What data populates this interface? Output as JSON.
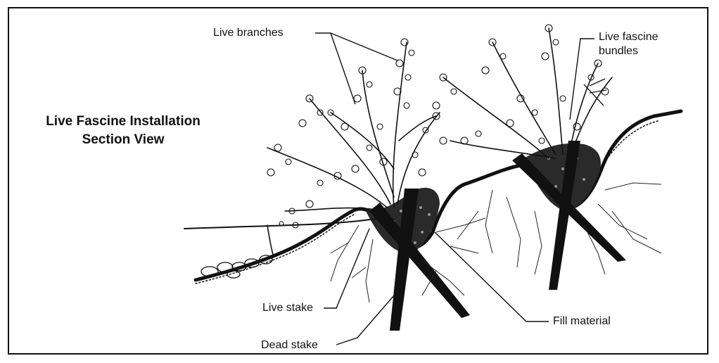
{
  "title": {
    "line1": "Live Fascine Installation",
    "line2": "Section View"
  },
  "labels": {
    "live_branches": "Live branches",
    "live_fascine_line1": "Live fascine",
    "live_fascine_line2": "bundles",
    "live_stake": "Live stake",
    "dead_stake": "Dead stake",
    "fill_material": "Fill material"
  }
}
